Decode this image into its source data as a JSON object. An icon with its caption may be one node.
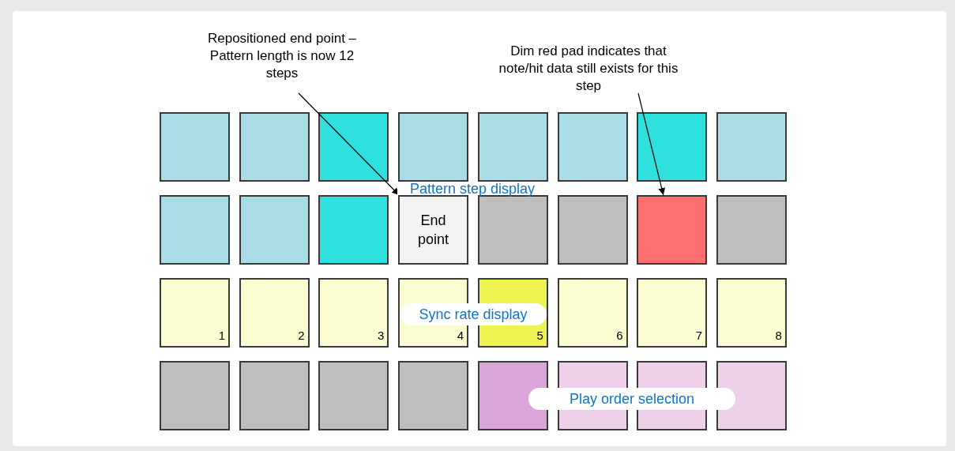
{
  "diagram": {
    "nodes": [
      {
        "text": [
          "Repositioned end point – Pattern length is now 12 steps"
        ]
      },
      {
        "text": [
          "Dim red pad indicates that note/hit data still exists for this step"
        ]
      },
      {
        "text": [],
        "shape": "box"
      },
      {
        "text": [],
        "shape": "box"
      },
      {
        "text": [],
        "shape": "box"
      },
      {
        "text": [],
        "shape": "box"
      },
      {
        "text": [],
        "shape": "box"
      },
      {
        "text": [],
        "shape": "box"
      },
      {
        "text": [],
        "shape": "box"
      },
      {
        "text": [],
        "shape": "box"
      },
      {
        "text": [],
        "shape": "box"
      },
      {
        "text": [],
        "shape": "box"
      },
      {
        "text": [],
        "shape": "box"
      },
      {
        "text": [
          "End point"
        ]
      },
      {
        "text": [],
        "shape": "box"
      },
      {
        "text": [],
        "shape": "box"
      },
      {
        "text": [],
        "shape": "box"
      },
      {
        "text": [],
        "shape": "box"
      },
      {
        "text": [
          "1"
        ]
      },
      {
        "text": [
          "2"
        ]
      },
      {
        "text": [
          "3"
        ]
      },
      {
        "text": [
          "4"
        ]
      },
      {
        "text": [
          "5"
        ]
      },
      {
        "text": [
          "6"
        ]
      },
      {
        "text": [
          "7"
        ]
      },
      {
        "text": [
          "8"
        ]
      },
      {
        "text": [],
        "shape": "box"
      },
      {
        "text": [],
        "shape": "box"
      },
      {
        "text": [],
        "shape": "box"
      },
      {
        "text": [],
        "shape": "box"
      },
      {
        "text": [],
        "shape": "box"
      },
      {
        "text": [],
        "shape": "box"
      },
      {
        "text": [],
        "shape": "box"
      },
      {
        "text": [],
        "shape": "box"
      }
    ],
    "edges": [
      {
        "from": 0,
        "to": 13,
        "arrow": "to"
      },
      {
        "from": 1,
        "to": 16,
        "arrow": "to"
      }
    ],
    "labels": [
      "Pattern step display",
      "Sync rate display",
      "Play order selection"
    ]
  }
}
